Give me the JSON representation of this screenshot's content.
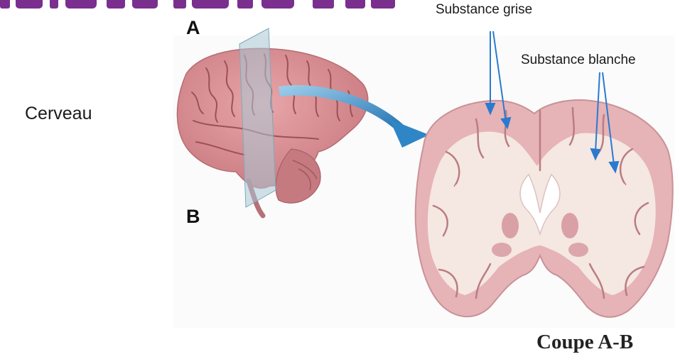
{
  "labels": {
    "point_a": "A",
    "point_b": "B",
    "organ": "Cerveau",
    "grey_matter": "Substance grise",
    "white_matter": "Substance blanche",
    "section_caption": "Coupe A-B"
  },
  "colors": {
    "title_fragment": "#7a2f8f",
    "cortex_pink": "#e6b3b7",
    "white_matter_cream": "#f5e7e1",
    "brain_lateral": "#d98f93",
    "arrow_blue": "#2f86c6",
    "cutting_plane": "#a9c9d6",
    "pointer_lines": "#2a7ad0"
  },
  "icons": {
    "section_arrow": "curved-arrow-right",
    "pointer": "arrowhead-line"
  }
}
